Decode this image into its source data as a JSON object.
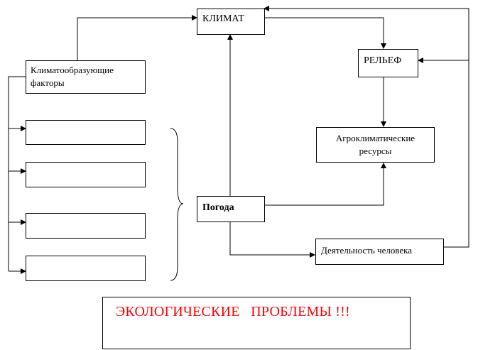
{
  "nodes": {
    "climate": "КЛИМАТ",
    "relief": "РЕЛЬЕФ",
    "factors_line1": "Климатообразующие",
    "factors_line2": "факторы",
    "agro_line1": "Агроклиматические",
    "agro_line2": "ресурсы",
    "weather": "Погода",
    "human": "Деятельность человека",
    "problems": "ЭКОЛОГИЧЕСКИЕ   ПРОБЛЕМЫ !!!"
  },
  "colors": {
    "problems_text": "#ff0000",
    "lines": "#000000"
  }
}
